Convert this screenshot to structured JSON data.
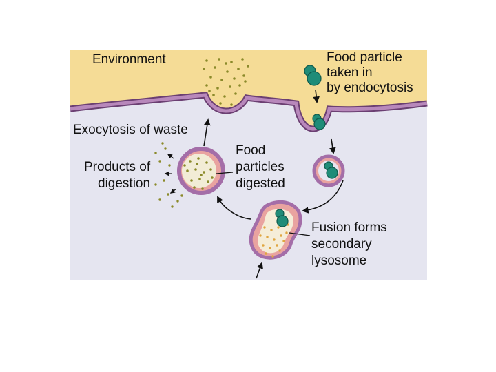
{
  "labels": {
    "environment": "Environment",
    "food_particle_line1": "Food particle",
    "food_particle_line2": "taken in",
    "food_particle_line3": "by endocytosis",
    "exocytosis": "Exocytosis of waste",
    "products_line1": "Products of",
    "products_line2": "digestion",
    "food_digested_line1": "Food",
    "food_digested_line2": "particles",
    "food_digested_line3": "digested",
    "fusion_line1": "Fusion forms",
    "fusion_line2": "secondary",
    "fusion_line3": "lysosome"
  },
  "colors": {
    "environment": "#f5dc96",
    "cytoplasm": "#e5e5f0",
    "membrane": "#a46ea8",
    "membrane_dark": "#6b3f72",
    "lysosome_inner": "#e9a3a0",
    "food_particle": "#1f8c78",
    "waste_dots": "#8b8a2a",
    "lysosome_dots": "#e0a640"
  }
}
